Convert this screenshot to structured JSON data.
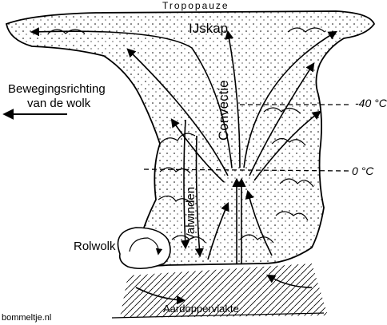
{
  "labels": {
    "title": "Tropopauze",
    "ijskap": "IJskap",
    "beweging_line1": "Bewegingsrichting",
    "beweging_line2": "van de wolk",
    "temp_minus40": "-40 °C",
    "temp_zero": "0  °C",
    "convectie": "Convectie",
    "valwinden": "Valwinden",
    "rolwolk": "Rolwolk",
    "aardoppervlakte": "Aardoppervlakte",
    "credit": "bommeltje.nl"
  },
  "colors": {
    "ink": "#000000",
    "background": "#ffffff"
  }
}
